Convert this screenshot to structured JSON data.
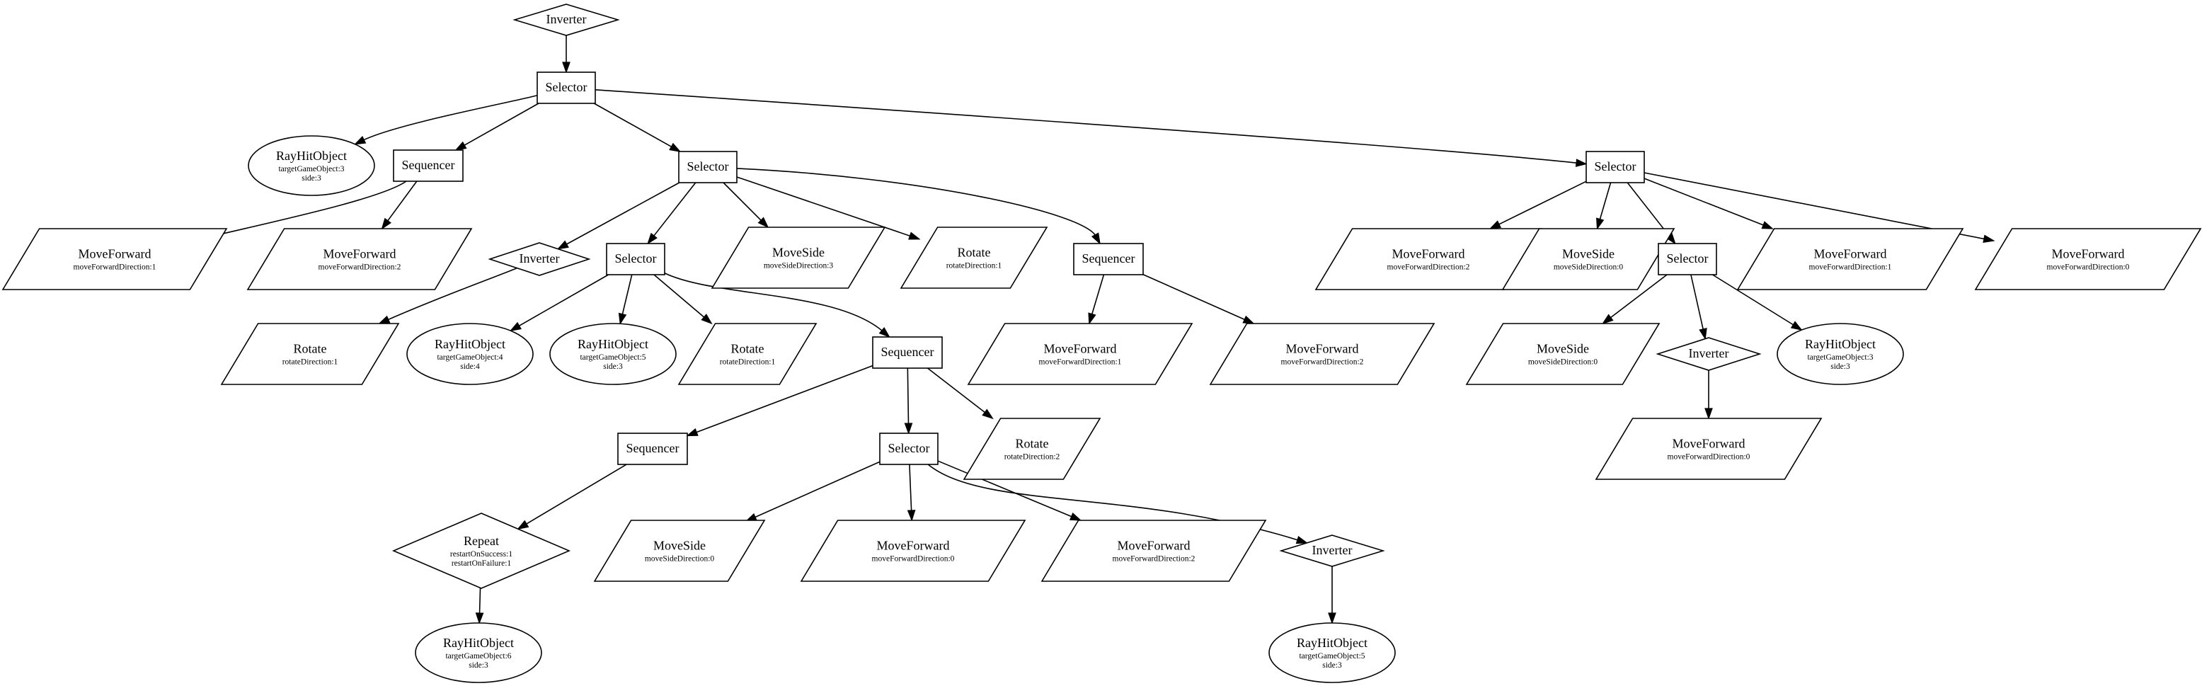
{
  "diagram": {
    "nodes": [
      {
        "id": "n0",
        "shape": "diamond",
        "title": "Inverter",
        "params": []
      },
      {
        "id": "n1",
        "shape": "box",
        "title": "Selector",
        "params": []
      },
      {
        "id": "n2",
        "shape": "ellipse",
        "title": "RayHitObject",
        "params": [
          "targetGameObject:3",
          "side:3"
        ]
      },
      {
        "id": "n3",
        "shape": "box",
        "title": "Sequencer",
        "params": []
      },
      {
        "id": "n4",
        "shape": "parallelogram",
        "title": "MoveForward",
        "params": [
          "moveForwardDirection:1"
        ]
      },
      {
        "id": "n5",
        "shape": "parallelogram",
        "title": "MoveForward",
        "params": [
          "moveForwardDirection:2"
        ]
      },
      {
        "id": "n6",
        "shape": "box",
        "title": "Selector",
        "params": []
      },
      {
        "id": "n7",
        "shape": "diamond",
        "title": "Inverter",
        "params": []
      },
      {
        "id": "n8",
        "shape": "parallelogram",
        "title": "Rotate",
        "params": [
          "rotateDirection:1"
        ]
      },
      {
        "id": "n9",
        "shape": "box",
        "title": "Selector",
        "params": []
      },
      {
        "id": "n10",
        "shape": "ellipse",
        "title": "RayHitObject",
        "params": [
          "targetGameObject:4",
          "side:4"
        ]
      },
      {
        "id": "n11",
        "shape": "ellipse",
        "title": "RayHitObject",
        "params": [
          "targetGameObject:5",
          "side:3"
        ]
      },
      {
        "id": "n12",
        "shape": "parallelogram",
        "title": "Rotate",
        "params": [
          "rotateDirection:1"
        ]
      },
      {
        "id": "n13",
        "shape": "box",
        "title": "Sequencer",
        "params": []
      },
      {
        "id": "n14",
        "shape": "box",
        "title": "Sequencer",
        "params": []
      },
      {
        "id": "n15",
        "shape": "diamond",
        "title": "Repeat",
        "params": [
          "restartOnSuccess:1",
          "restartOnFailure:1"
        ]
      },
      {
        "id": "n16",
        "shape": "ellipse",
        "title": "RayHitObject",
        "params": [
          "targetGameObject:6",
          "side:3"
        ]
      },
      {
        "id": "n17",
        "shape": "box",
        "title": "Selector",
        "params": []
      },
      {
        "id": "n18",
        "shape": "parallelogram",
        "title": "MoveSide",
        "params": [
          "moveSideDirection:0"
        ]
      },
      {
        "id": "n19",
        "shape": "parallelogram",
        "title": "MoveForward",
        "params": [
          "moveForwardDirection:0"
        ]
      },
      {
        "id": "n20",
        "shape": "parallelogram",
        "title": "MoveForward",
        "params": [
          "moveForwardDirection:2"
        ]
      },
      {
        "id": "n21",
        "shape": "diamond",
        "title": "Inverter",
        "params": []
      },
      {
        "id": "n22",
        "shape": "ellipse",
        "title": "RayHitObject",
        "params": [
          "targetGameObject:5",
          "side:3"
        ]
      },
      {
        "id": "n23",
        "shape": "parallelogram",
        "title": "Rotate",
        "params": [
          "rotateDirection:2"
        ]
      },
      {
        "id": "n24",
        "shape": "parallelogram",
        "title": "MoveSide",
        "params": [
          "moveSideDirection:3"
        ]
      },
      {
        "id": "n25",
        "shape": "parallelogram",
        "title": "Rotate",
        "params": [
          "rotateDirection:1"
        ]
      },
      {
        "id": "n26",
        "shape": "box",
        "title": "Sequencer",
        "params": []
      },
      {
        "id": "n27",
        "shape": "parallelogram",
        "title": "MoveForward",
        "params": [
          "moveForwardDirection:1"
        ]
      },
      {
        "id": "n28",
        "shape": "parallelogram",
        "title": "MoveForward",
        "params": [
          "moveForwardDirection:2"
        ]
      },
      {
        "id": "n29",
        "shape": "box",
        "title": "Selector",
        "params": []
      },
      {
        "id": "n30",
        "shape": "parallelogram",
        "title": "MoveForward",
        "params": [
          "moveForwardDirection:2"
        ]
      },
      {
        "id": "n31",
        "shape": "parallelogram",
        "title": "MoveSide",
        "params": [
          "moveSideDirection:0"
        ]
      },
      {
        "id": "n32",
        "shape": "box",
        "title": "Selector",
        "params": []
      },
      {
        "id": "n33",
        "shape": "parallelogram",
        "title": "MoveSide",
        "params": [
          "moveSideDirection:0"
        ]
      },
      {
        "id": "n34",
        "shape": "diamond",
        "title": "Inverter",
        "params": []
      },
      {
        "id": "n35",
        "shape": "parallelogram",
        "title": "MoveForward",
        "params": [
          "moveForwardDirection:0"
        ]
      },
      {
        "id": "n36",
        "shape": "ellipse",
        "title": "RayHitObject",
        "params": [
          "targetGameObject:3",
          "side:3"
        ]
      },
      {
        "id": "n37",
        "shape": "parallelogram",
        "title": "MoveForward",
        "params": [
          "moveForwardDirection:1"
        ]
      },
      {
        "id": "n38",
        "shape": "parallelogram",
        "title": "MoveForward",
        "params": [
          "moveForwardDirection:0"
        ]
      }
    ],
    "edges": [
      [
        "n0",
        "n1"
      ],
      [
        "n1",
        "n2"
      ],
      [
        "n1",
        "n3"
      ],
      [
        "n1",
        "n6"
      ],
      [
        "n1",
        "n29"
      ],
      [
        "n3",
        "n4"
      ],
      [
        "n3",
        "n5"
      ],
      [
        "n6",
        "n7"
      ],
      [
        "n6",
        "n9"
      ],
      [
        "n6",
        "n24"
      ],
      [
        "n6",
        "n25"
      ],
      [
        "n6",
        "n26"
      ],
      [
        "n7",
        "n8"
      ],
      [
        "n9",
        "n10"
      ],
      [
        "n9",
        "n11"
      ],
      [
        "n9",
        "n12"
      ],
      [
        "n9",
        "n13"
      ],
      [
        "n13",
        "n14"
      ],
      [
        "n13",
        "n17"
      ],
      [
        "n13",
        "n23"
      ],
      [
        "n14",
        "n15"
      ],
      [
        "n15",
        "n16"
      ],
      [
        "n17",
        "n18"
      ],
      [
        "n17",
        "n19"
      ],
      [
        "n17",
        "n20"
      ],
      [
        "n17",
        "n21"
      ],
      [
        "n21",
        "n22"
      ],
      [
        "n26",
        "n27"
      ],
      [
        "n26",
        "n28"
      ],
      [
        "n29",
        "n30"
      ],
      [
        "n29",
        "n31"
      ],
      [
        "n29",
        "n32"
      ],
      [
        "n29",
        "n37"
      ],
      [
        "n29",
        "n38"
      ],
      [
        "n32",
        "n33"
      ],
      [
        "n32",
        "n34"
      ],
      [
        "n32",
        "n36"
      ],
      [
        "n34",
        "n35"
      ]
    ]
  }
}
